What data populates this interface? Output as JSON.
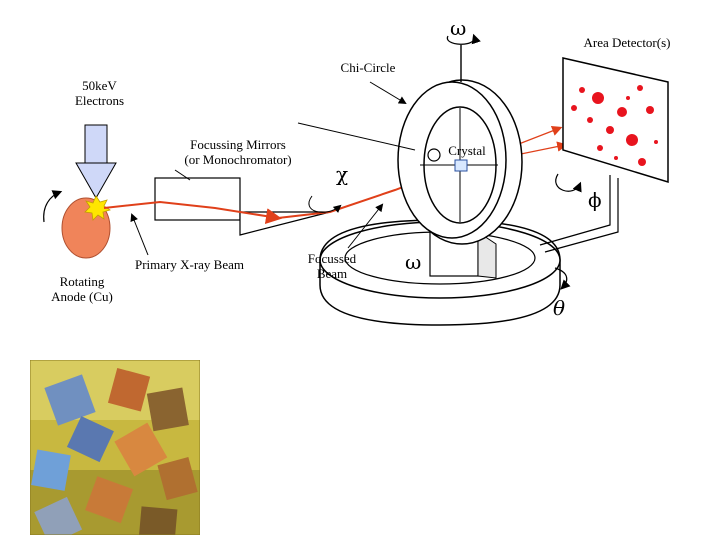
{
  "labels": {
    "electrons": "50keV\nElectrons",
    "mirrors": "Focussing Mirrors\n(or Monochromator)",
    "primary_beam": "Primary X-ray Beam",
    "anode": "Rotating\nAnode (Cu)",
    "focussed_beam": "Focussed\nBeam",
    "chi_circle": "Chi-Circle",
    "crystal": "Crystal",
    "detector": "Area Detector(s)",
    "omega_top": "ω",
    "omega_base": "ω",
    "chi": "χ",
    "phi": "ϕ",
    "theta": "θ"
  },
  "colors": {
    "beam": "#e0401a",
    "anode": "#f0845a",
    "spot": "#e8141e",
    "arrow_fill": "#cfd8f8",
    "star": "#ffe600"
  },
  "photo": {
    "subject": "crystals-micrograph"
  }
}
